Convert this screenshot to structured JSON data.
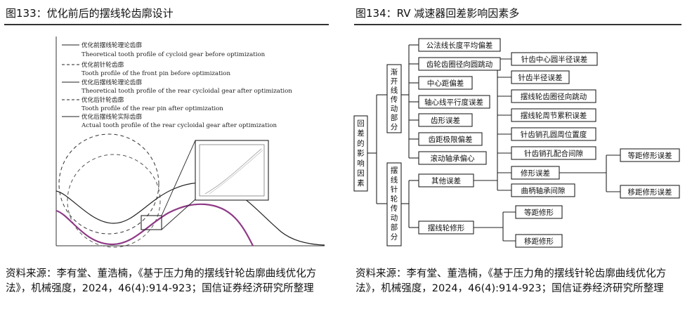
{
  "left": {
    "title": "图133：优化前后的摆线轮齿廓设计",
    "legend": [
      {
        "cn": "优化前摆线轮理论齿廓",
        "en": "Theoretical tooth profile of cycloid gear before optimization",
        "style": "solid"
      },
      {
        "cn": "优化前针轮齿廓",
        "en": "Tooth profile of the front pin before optimization",
        "style": "dashed"
      },
      {
        "cn": "优化后摆线轮理论齿廓",
        "en": "Theoretical tooth profile of the rear cycloidal gear after optimization",
        "style": "solid"
      },
      {
        "cn": "优化后针轮齿廓",
        "en": "Tooth profile of the rear pin  after optimization",
        "style": "dashed"
      },
      {
        "cn": "优化后摆线轮实际齿廓",
        "en": "Actual tooth profile of the rear cycloidal gear  after optimization",
        "style": "solid"
      }
    ],
    "source": "资料来源：李有堂、董浩楠，《基于压力角的摆线针轮齿廓曲线优化方法》，机械强度，2024，46(4):914-923；国信证券经济研究所整理"
  },
  "right": {
    "title": "图134：RV 减速器回差影响因素多",
    "root": "回差的影响因素",
    "group_a": "渐开线传动部分",
    "group_b": "摆线针轮传动部分",
    "a_items": [
      "公法线长度平均偏差",
      "齿轮齿圈径向圆跳动",
      "中心距偏差",
      "轴心线平行度误差",
      "齿形误差",
      "齿距极限偏差",
      "滚动轴承偏心"
    ],
    "b_top": [
      "针齿中心圆半径误差",
      "针齿半径误差",
      "摆线轮齿圈径向跳动",
      "摆线轮周节累积误差",
      "针齿销孔圆周位置度",
      "针齿销孔配合间隙"
    ],
    "other": "其他误差",
    "other_items": [
      "修形误差",
      "曲柄轴承间隙"
    ],
    "mod_items": [
      "等距修形误差",
      "移距修形误差"
    ],
    "profile_mod": "摆线轮修形",
    "profile_items": [
      "等距修形",
      "移距修形"
    ],
    "source": "资料来源：李有堂、董浩楠，《基于压力角的摆线针轮齿廓曲线优化方法》，机械强度，2024，46(4):914-923；国信证券经济研究所整理"
  },
  "colors": {
    "curve_purple": "#8e3a86",
    "curve_dark": "#222222"
  }
}
